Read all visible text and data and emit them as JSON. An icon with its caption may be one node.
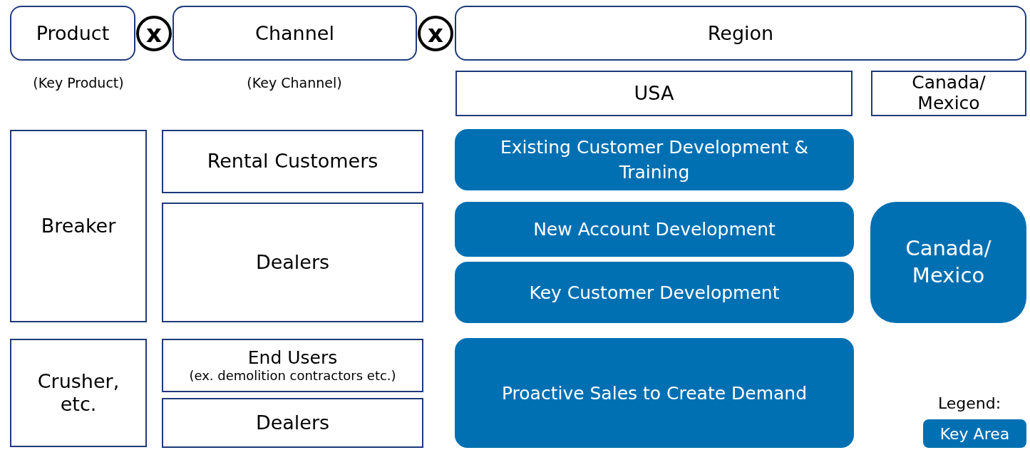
{
  "diagram": {
    "nodes": [
      {
        "text": [
          "Product"
        ]
      },
      {
        "text": [
          "x"
        ]
      },
      {
        "text": [
          "Channel"
        ]
      },
      {
        "text": [
          "x"
        ]
      },
      {
        "text": [
          "Region"
        ]
      },
      {
        "text": [
          "USA"
        ]
      },
      {
        "text": [
          "Canada/ Mexico"
        ]
      },
      {
        "text": [
          "Breaker"
        ]
      },
      {
        "text": [
          "Rental Customers"
        ]
      },
      {
        "text": [
          "Dealers"
        ]
      },
      {
        "text": [
          "Existing Customer Development & Training"
        ]
      },
      {
        "text": [
          "New Account Development"
        ]
      },
      {
        "text": [
          "Key Customer Development"
        ]
      },
      {
        "text": [
          "Canada/ Mexico"
        ]
      },
      {
        "text": [
          "Crusher, etc."
        ]
      },
      {
        "text": [
          "End Users",
          "(ex. demolition contractors etc.)"
        ]
      },
      {
        "text": [
          "Dealers"
        ]
      },
      {
        "text": [
          "Proactive Sales to Create Demand"
        ]
      }
    ],
    "labels": [
      "(Key Product)",
      "(Key Channel)",
      "Legend:"
    ],
    "legend": [
      {
        "text": "Key Area",
        "color": "#0070b3"
      }
    ]
  }
}
